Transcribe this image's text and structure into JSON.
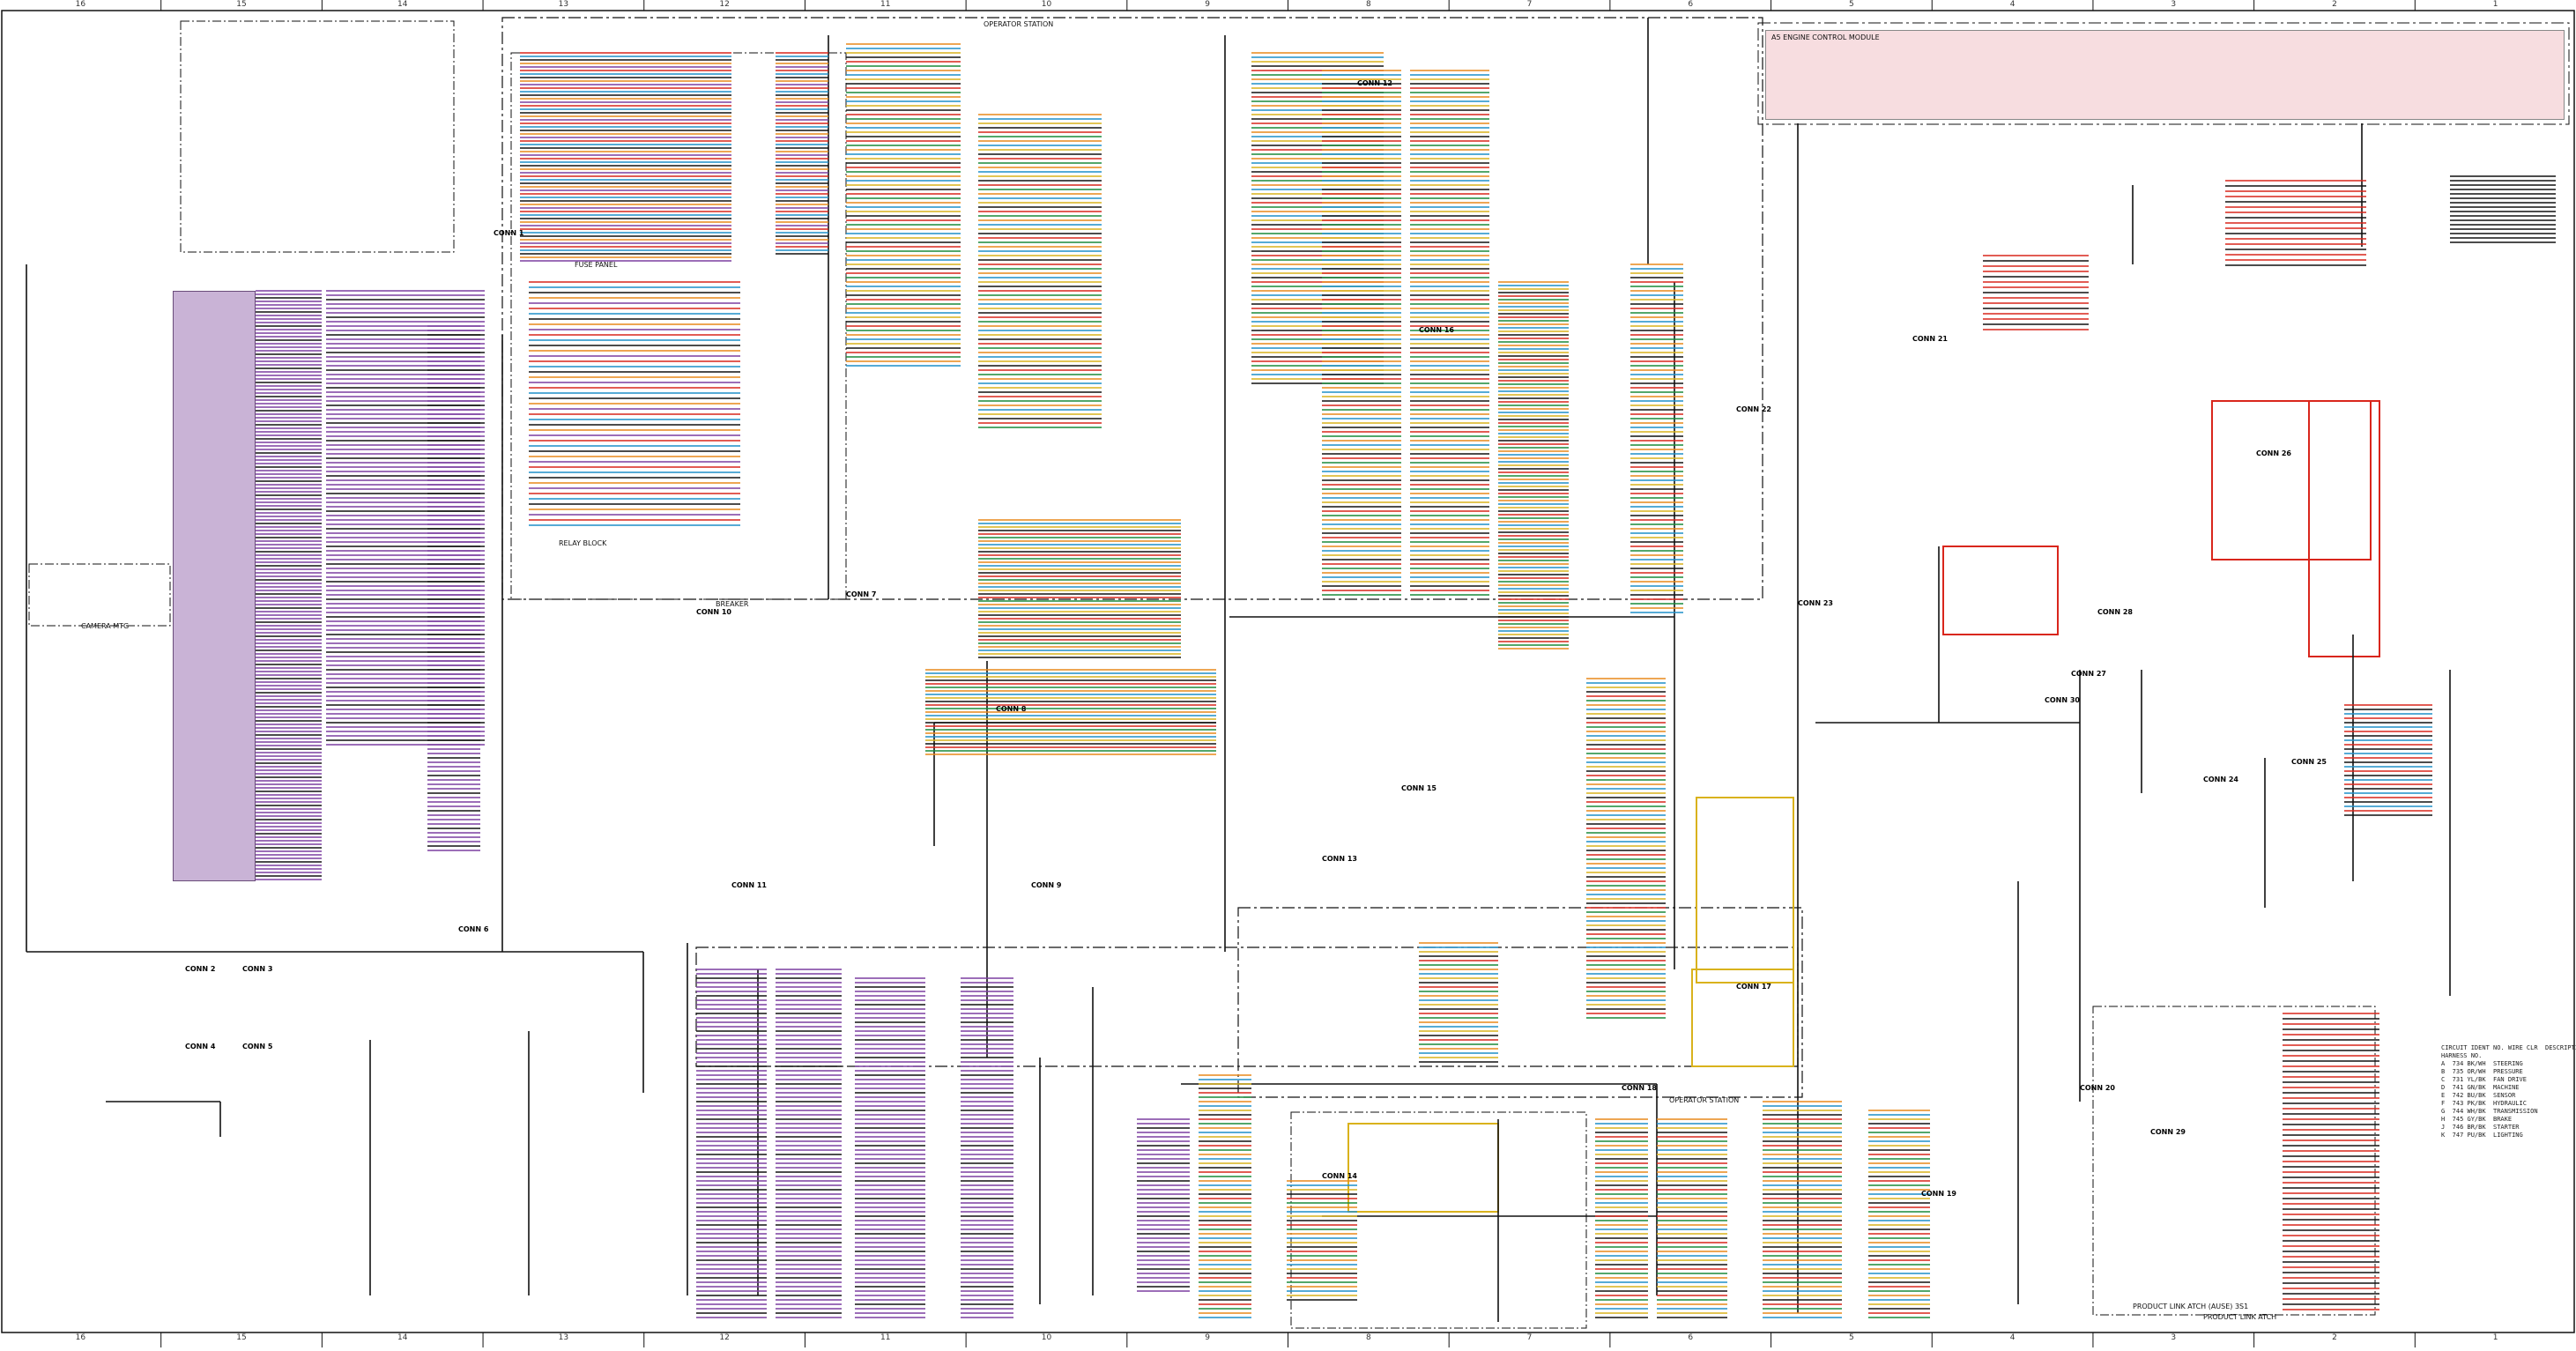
{
  "zones_top": [
    "16",
    "15",
    "14",
    "13",
    "12",
    "11",
    "10",
    "9",
    "8",
    "7",
    "6",
    "5",
    "4",
    "3",
    "2",
    "1"
  ],
  "zones_bottom": [
    "16",
    "15",
    "14",
    "13",
    "12",
    "11",
    "10",
    "9",
    "8",
    "7",
    "6",
    "5",
    "4",
    "3",
    "2",
    "1"
  ],
  "labels": {
    "fuse_panel": "FUSE PANEL",
    "relay_block": "RELAY BLOCK",
    "breaker": "BREAKER",
    "camera_mtg": "CAMERA MTG",
    "operator_station": "OPERATOR STATION",
    "engine_ecm": "A5 ENGINE CONTROL MODULE",
    "product_link": "PRODUCT LINK ATCH (AUSE) 3S1",
    "product_link_2": "PRODUCT LINK ATCH"
  },
  "connectors": [
    "CONN 1",
    "CONN 2",
    "CONN 3",
    "CONN 4",
    "CONN 5",
    "CONN 6",
    "CONN 7",
    "CONN 8",
    "CONN 9",
    "CONN 10",
    "CONN 11",
    "CONN 12",
    "CONN 13",
    "CONN 14",
    "CONN 15",
    "CONN 16",
    "CONN 17",
    "CONN 18",
    "CONN 19",
    "CONN 20",
    "CONN 21",
    "CONN 22",
    "CONN 23",
    "CONN 24",
    "CONN 25",
    "CONN 26",
    "CONN 27",
    "CONN 28",
    "CONN 29",
    "CONN 30"
  ],
  "legend_text": "CIRCUIT IDENT NO. WIRE CLR  DESCRIPTION\nHARNESS NO.\nA  734 BK/WH  STEERING\nB  735 OR/WH  PRESSURE\nC  731 YL/BK  FAN DRIVE\nD  741 GN/BK  MACHINE\nE  742 BU/BK  SENSOR\nF  743 PK/BK  HYDRAULIC\nG  744 WH/BK  TRANSMISSION\nH  745 GY/BK  BRAKE\nJ  746 BR/BK  STARTER\nK  747 PU/BK  LIGHTING",
  "colors": {
    "wire_red": "#d9261c",
    "wire_blue": "#1f8fc9",
    "wire_purple": "#7b3fa0",
    "wire_orange": "#e8891a",
    "wire_yellow": "#d9b21c",
    "wire_black": "#111111",
    "wire_green": "#1a8a3a",
    "ecm_fill": "#f7dde0",
    "harness_purple": "#c9b3d6"
  }
}
